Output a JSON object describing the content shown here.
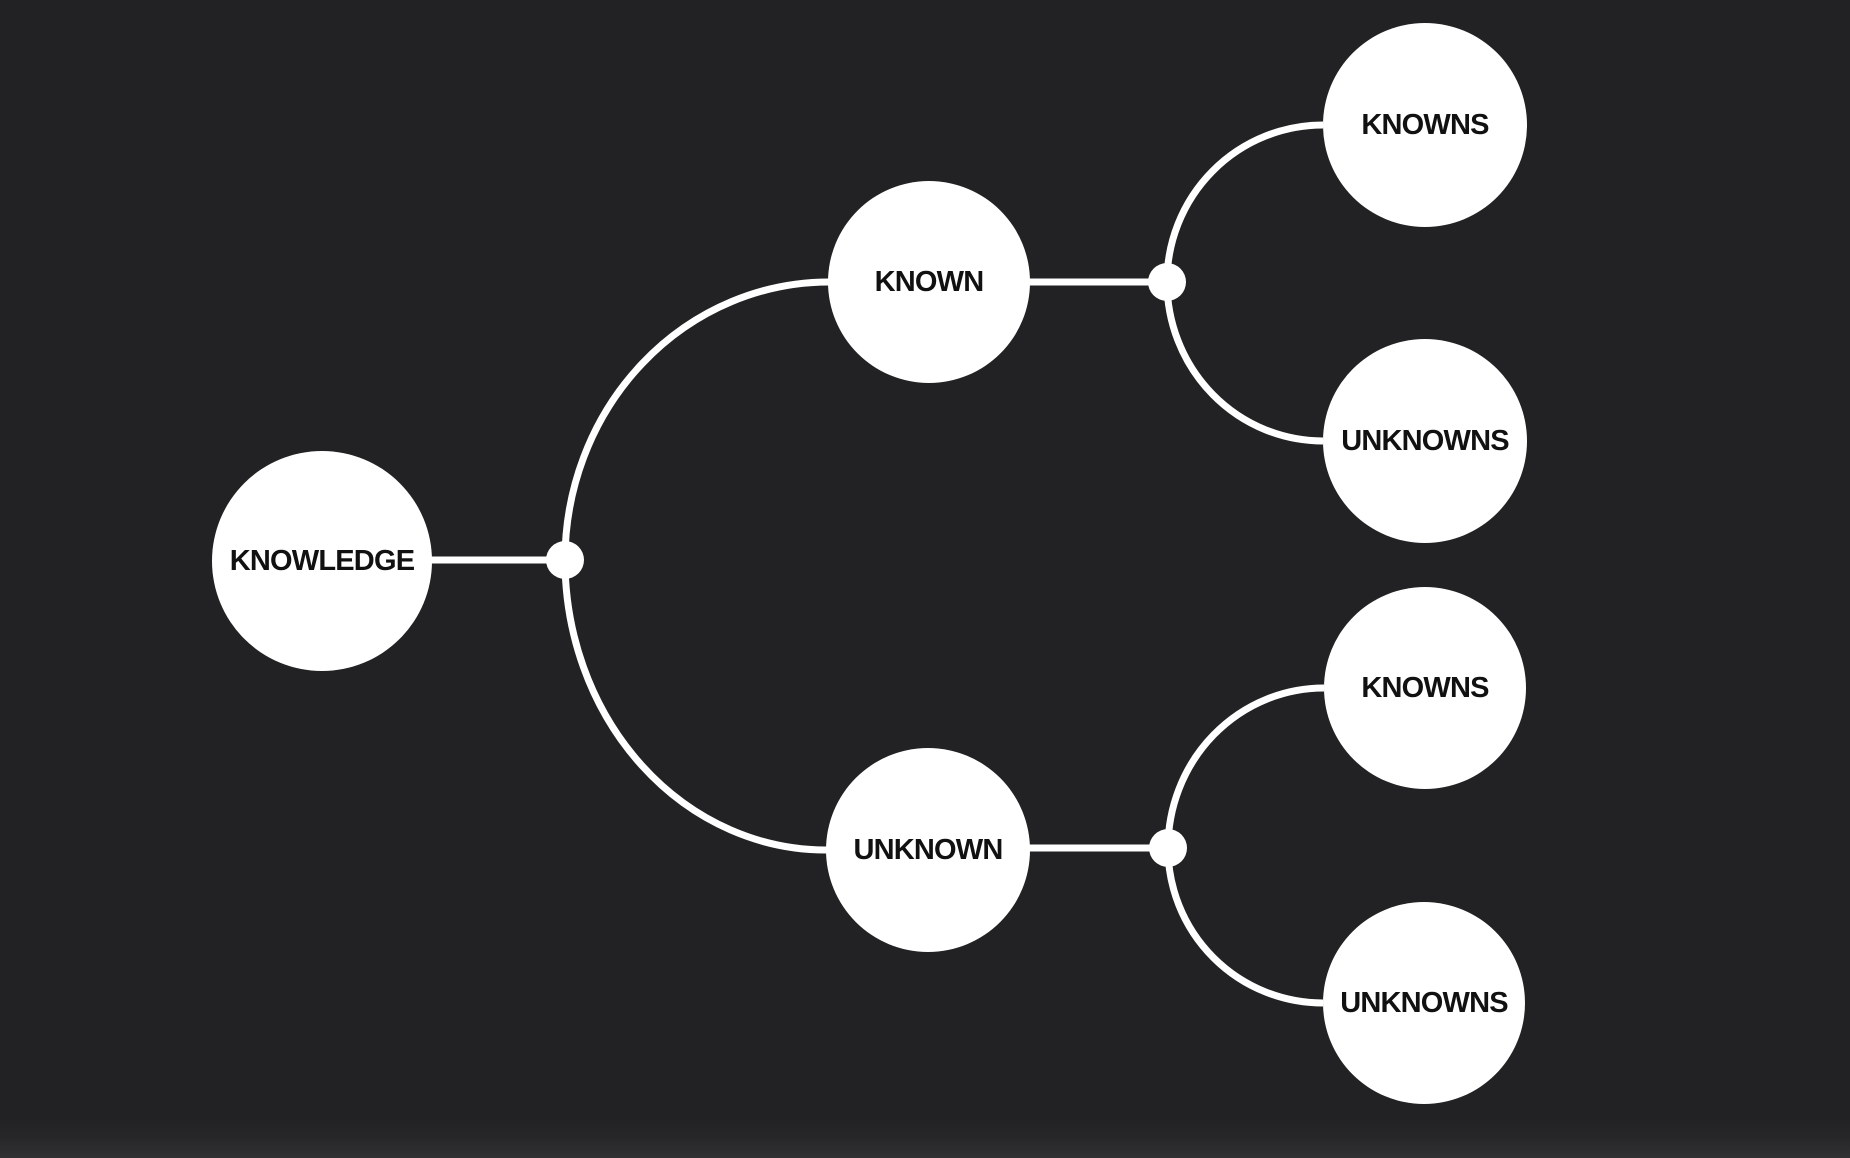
{
  "canvas": {
    "background_color": "#222224",
    "node_fill_color": "#ffffff",
    "node_text_color": "#111111",
    "edge_color": "#ffffff"
  },
  "mindmap": {
    "nodes": [
      {
        "id": "knowledge",
        "label": "KNOWLEDGE",
        "level": 0,
        "parent": null,
        "children": [
          "known",
          "unknown"
        ]
      },
      {
        "id": "known",
        "label": "KNOWN",
        "level": 1,
        "parent": "knowledge",
        "children": [
          "known-knowns",
          "known-unknowns"
        ]
      },
      {
        "id": "unknown",
        "label": "UNKNOWN",
        "level": 1,
        "parent": "knowledge",
        "children": [
          "unknown-knowns",
          "unknown-unknowns"
        ]
      },
      {
        "id": "known-knowns",
        "label": "KNOWNS",
        "level": 2,
        "parent": "known",
        "children": []
      },
      {
        "id": "known-unknowns",
        "label": "UNKNOWNS",
        "level": 2,
        "parent": "known",
        "children": []
      },
      {
        "id": "unknown-knowns",
        "label": "KNOWNS",
        "level": 2,
        "parent": "unknown",
        "children": []
      },
      {
        "id": "unknown-unknowns",
        "label": "UNKNOWNS",
        "level": 2,
        "parent": "unknown",
        "children": []
      }
    ]
  }
}
